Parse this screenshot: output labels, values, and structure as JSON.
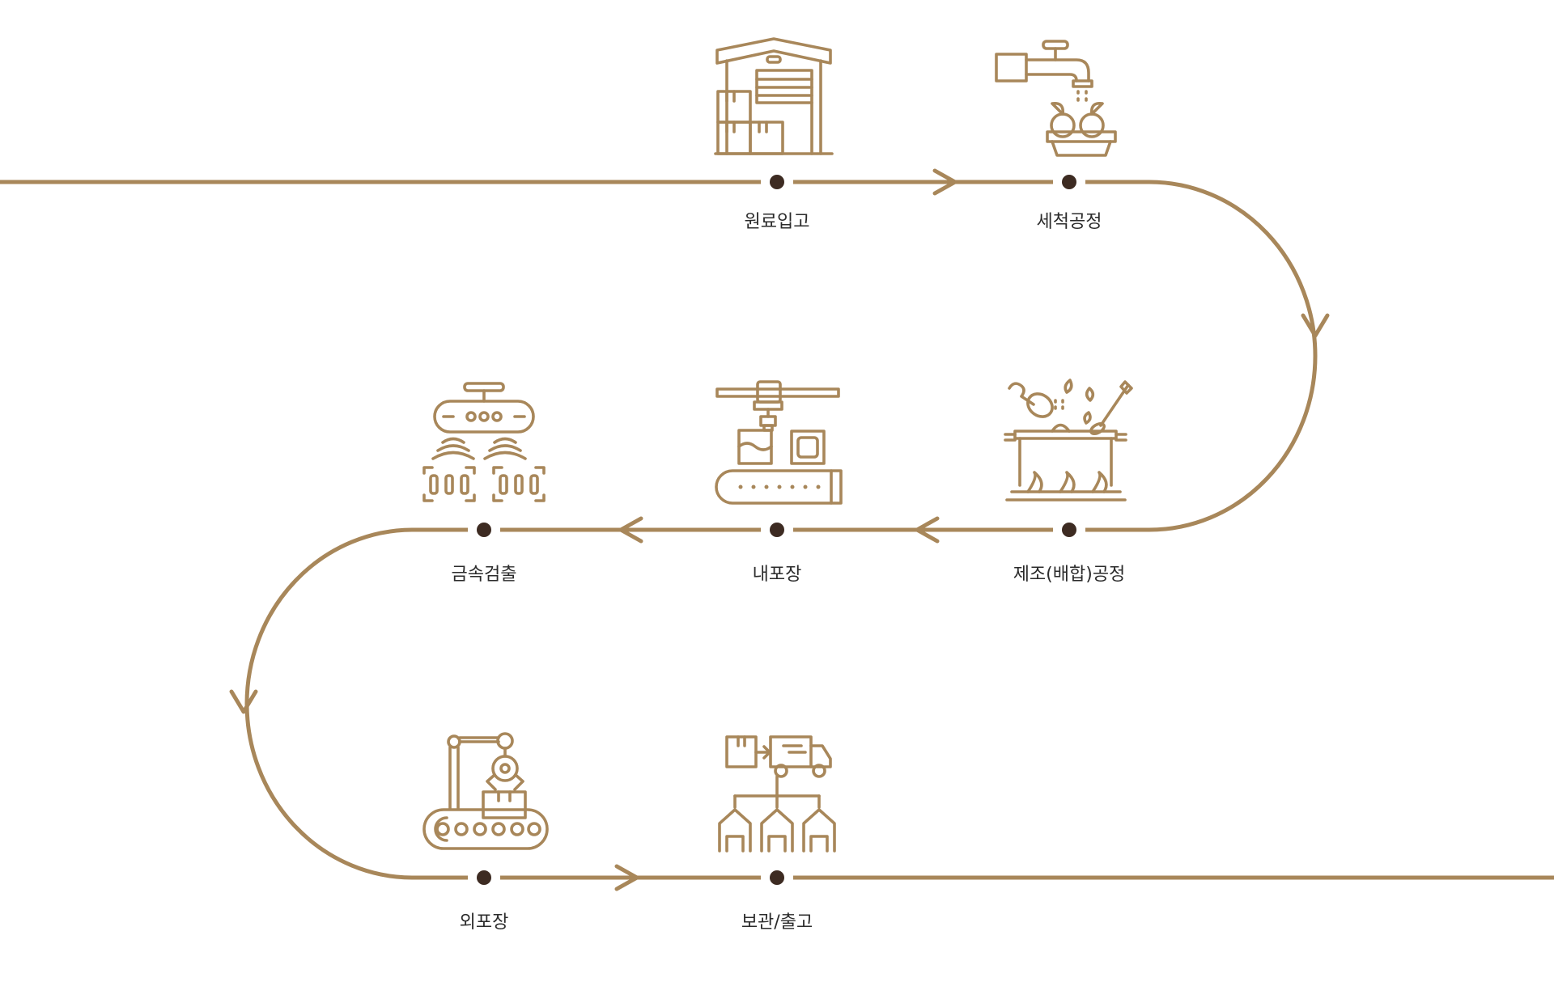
{
  "colors": {
    "line": "#a8875a",
    "icon": "#a8875a",
    "dot": "#3d2b22",
    "text": "#2b2b2b",
    "background": "#ffffff"
  },
  "steps": [
    {
      "label": "원료입고",
      "icon": "warehouse-icon"
    },
    {
      "label": "세척공정",
      "icon": "faucet-washing-icon"
    },
    {
      "label": "제조(배합)공정",
      "icon": "cooking-pot-icon"
    },
    {
      "label": "내포장",
      "icon": "filling-machine-icon"
    },
    {
      "label": "금속검출",
      "icon": "metal-detector-icon"
    },
    {
      "label": "외포장",
      "icon": "robot-arm-conveyor-icon"
    },
    {
      "label": "보관/출고",
      "icon": "distribution-truck-icon"
    }
  ]
}
